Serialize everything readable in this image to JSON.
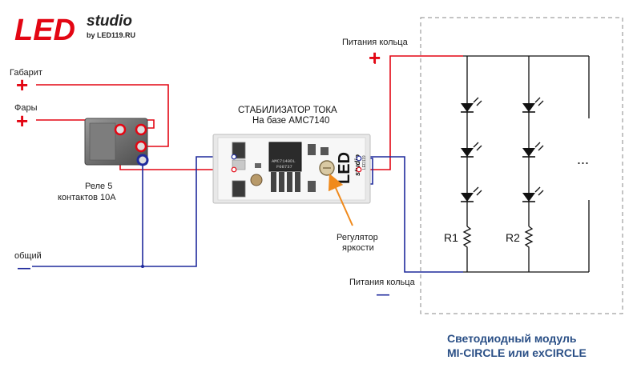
{
  "logo": {
    "brand_led": "LED",
    "brand_studio": "studio",
    "brand_sub": "by LED119.RU",
    "colors": {
      "red": "#e30613",
      "dark": "#222222"
    }
  },
  "inputs": {
    "gabarit_label": "Габарит",
    "fary_label": "Фары",
    "common_label": "общий",
    "plus_symbol": "+",
    "minus_symbol": "—"
  },
  "relay": {
    "label_line1": "Реле 5",
    "label_line2": "контактов 10А"
  },
  "stabilizer": {
    "title_line1": "СТАБИЛИЗАТОР ТОКА",
    "title_line2": "На базе AMC7140",
    "chip_line1": "AMC7140DL",
    "chip_line2": "F08737",
    "board_brand": "LED",
    "board_sub": "studio",
    "board_site": "LED119"
  },
  "regulator": {
    "label_line1": "Регулятор",
    "label_line2": "яркости"
  },
  "ring_power": {
    "top_label": "Питания кольца",
    "bottom_label": "Питания кольца",
    "plus_symbol": "+",
    "minus_symbol": "—"
  },
  "led_module": {
    "resistor1": "R1",
    "resistor2": "R2",
    "ellipsis": "...",
    "caption_line1": "Светодиодный модуль",
    "caption_line2": "MI-CIRCLE или exCIRCLE"
  },
  "colors": {
    "wire_red": "#e30613",
    "wire_blue": "#1f2a9c",
    "wire_black": "#222222",
    "caption_blue": "#2a4f86",
    "regulator_arrow": "#f08a1c"
  }
}
